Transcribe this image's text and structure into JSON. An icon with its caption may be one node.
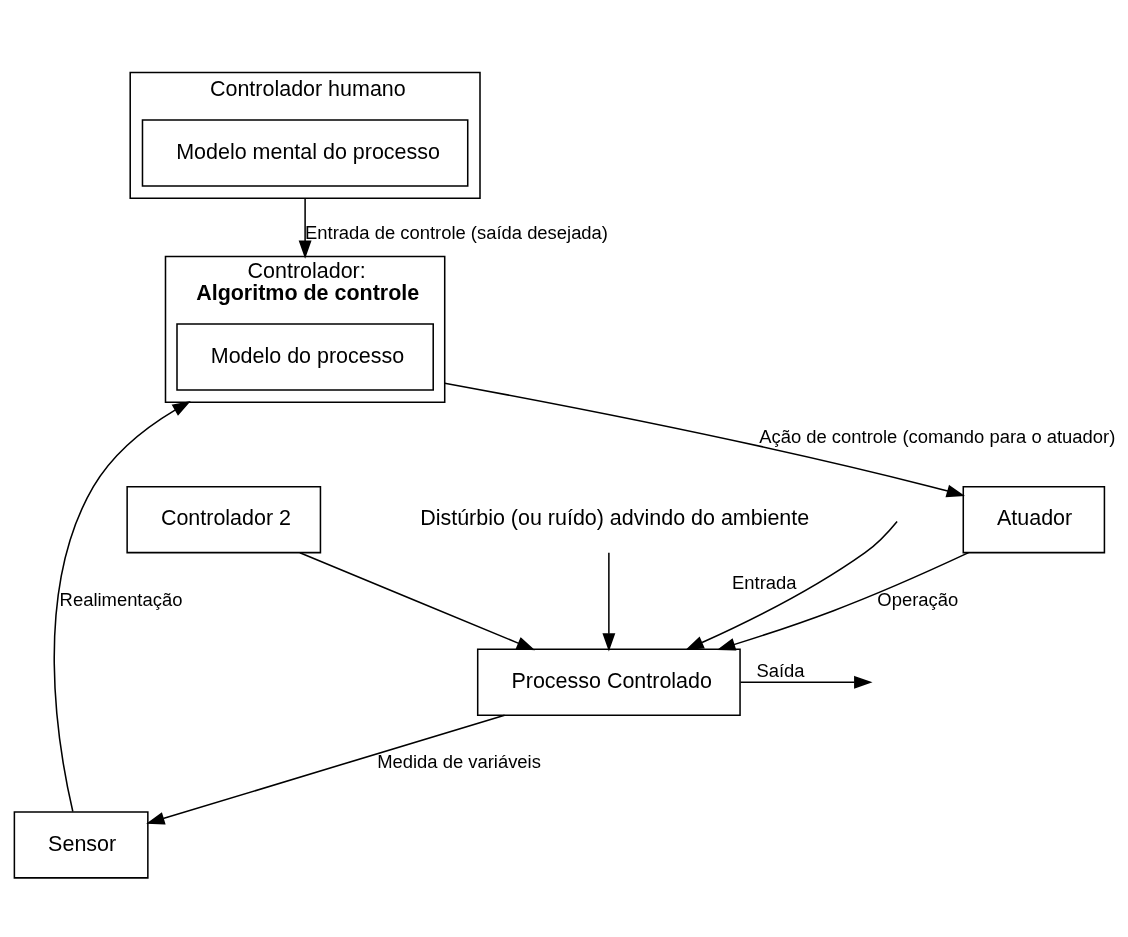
{
  "diagram": {
    "nodes": [
      {
        "text": [
          "Controlador humano"
        ]
      },
      {
        "text": [
          "Modelo mental do processo"
        ],
        "in": 0
      },
      {
        "text": [
          "Controlador:",
          "Algoritmo de controle"
        ]
      },
      {
        "text": [
          "Modelo do processo"
        ],
        "in": 2
      },
      {
        "text": [
          "Atuador"
        ]
      },
      {
        "text": [
          "Sensor"
        ]
      },
      {
        "text": [
          "Controlador 2"
        ]
      },
      {
        "text": [
          "Processo Controlado"
        ]
      },
      {
        "text": [
          "Distúrbio (ou ruído) advindo do ambiente"
        ]
      }
    ],
    "edges": [
      {
        "from": 0,
        "to": 2,
        "arrow": "to",
        "label": "Entrada de controle (saída desejada)"
      },
      {
        "from": 2,
        "to": 4,
        "arrow": "to",
        "label": "Ação de controle (comando para o atuador)"
      },
      {
        "from": 4,
        "to": 7,
        "arrow": "to",
        "label": "Operação"
      },
      {
        "from": 6,
        "to": 7,
        "arrow": "to"
      },
      {
        "from": null,
        "to": 7,
        "arrow": "to",
        "label": "Entrada"
      },
      {
        "from": 7,
        "to": null,
        "arrow": "to",
        "label": "Saída"
      },
      {
        "from": 8,
        "to": 7,
        "arrow": "to"
      },
      {
        "from": 7,
        "to": 5,
        "arrow": "to",
        "label": "Medida de variáveis"
      },
      {
        "from": 5,
        "to": 2,
        "arrow": "to",
        "label": "Realimentação"
      }
    ]
  }
}
